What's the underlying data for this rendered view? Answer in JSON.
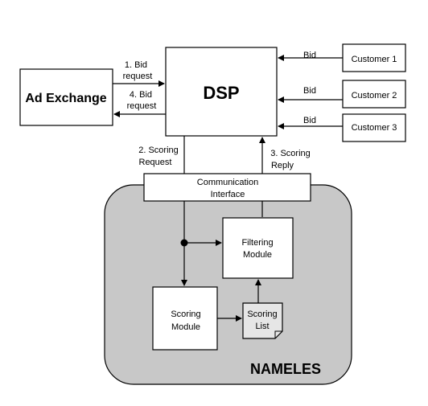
{
  "nodes": {
    "ad_exchange": "Ad Exchange",
    "dsp": "DSP",
    "customer_1": "Customer 1",
    "customer_2": "Customer 2",
    "customer_3": "Customer 3",
    "comm_interface_line1": "Communication",
    "comm_interface_line2": "Interface",
    "filtering_line1": "Filtering",
    "filtering_line2": "Module",
    "scoring_line1": "Scoring",
    "scoring_line2": "Module",
    "scoring_list_line1": "Scoring",
    "scoring_list_line2": "List",
    "system_name": "NAMELES"
  },
  "edges": {
    "bid_request_1_line1": "1. Bid",
    "bid_request_1_line2": "request",
    "bid_request_4_line1": "4. Bid",
    "bid_request_4_line2": "request",
    "scoring_request_line1": "2. Scoring",
    "scoring_request_line2": "Request",
    "scoring_reply_line1": "3. Scoring",
    "scoring_reply_line2": "Reply",
    "bid_1": "Bid",
    "bid_2": "Bid",
    "bid_3": "Bid"
  },
  "colors": {
    "container_fill": "#c8c8c8",
    "line": "#000000",
    "list_fill": "#e6e6e6"
  }
}
